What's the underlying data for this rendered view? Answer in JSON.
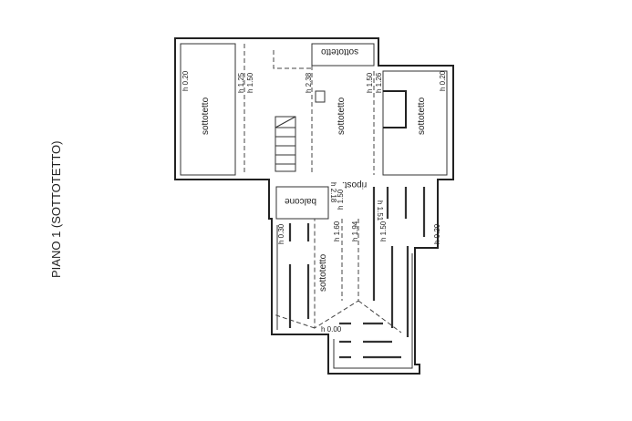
{
  "title": "PIANO 1 (SOTTOTETTO)",
  "rooms": {
    "left": "sottotetto",
    "top": "sottotetto",
    "center": "sottotetto",
    "right": "sottotetto",
    "balcony": "balcone",
    "storage": "ripost.",
    "lower": "sottotetto"
  },
  "heights": {
    "left": "h 0.20",
    "a": "h 1.25",
    "b": "h 1.50",
    "c": "h 2.38",
    "d": "h 1.50",
    "e": "h 1.26",
    "right": "h 0.20",
    "f": "h 2.18",
    "g": "h 1.50",
    "g2": "h 1.51",
    "k": "h 1.60",
    "l": "h 1.94",
    "m": "h 1.50",
    "lowleft": "h 0.30",
    "lowright": "h 0.20",
    "apex": "h 0.00"
  }
}
